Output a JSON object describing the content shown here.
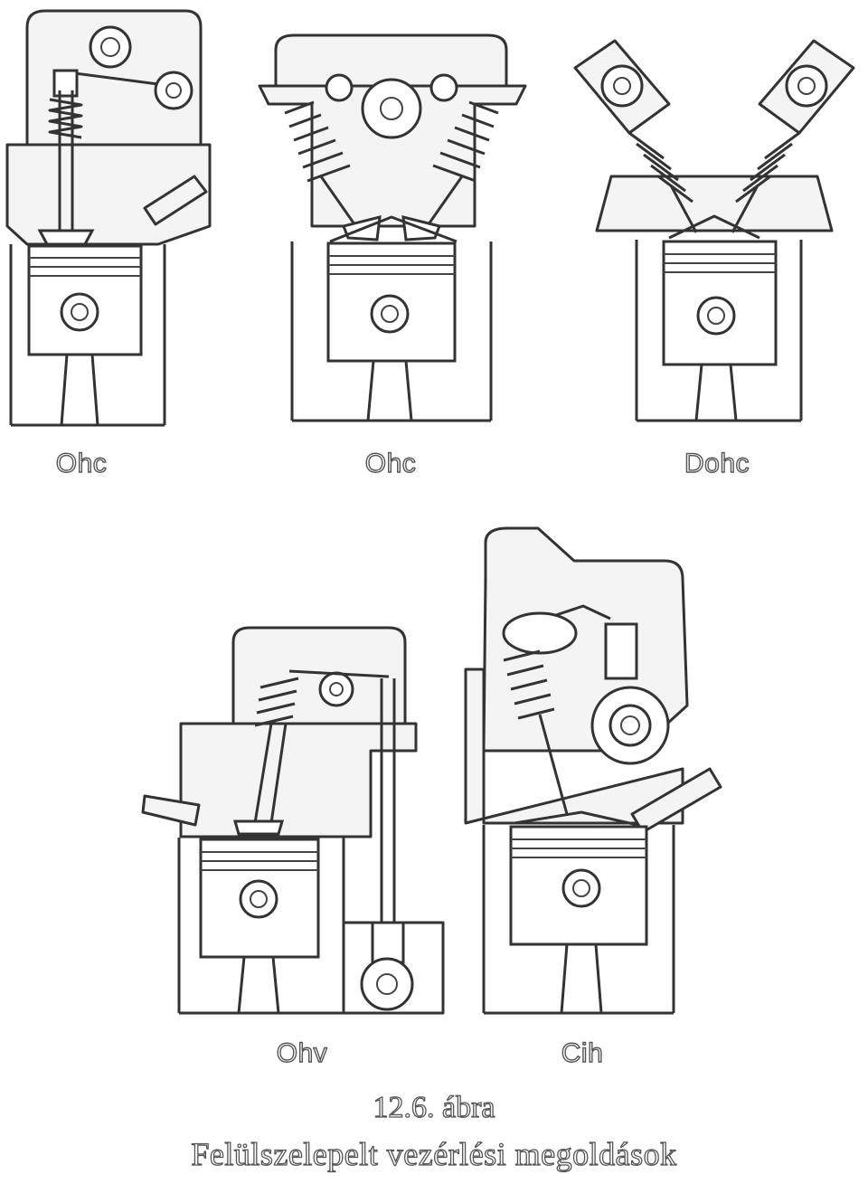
{
  "diagrams": [
    {
      "label": "Ohc"
    },
    {
      "label": "Ohc"
    },
    {
      "label": "Dohc"
    },
    {
      "label": "Ohv"
    },
    {
      "label": "Cih"
    }
  ],
  "caption": {
    "number": "12.6. ábra",
    "title": "Felülszelepelt vezérlési megoldások"
  }
}
